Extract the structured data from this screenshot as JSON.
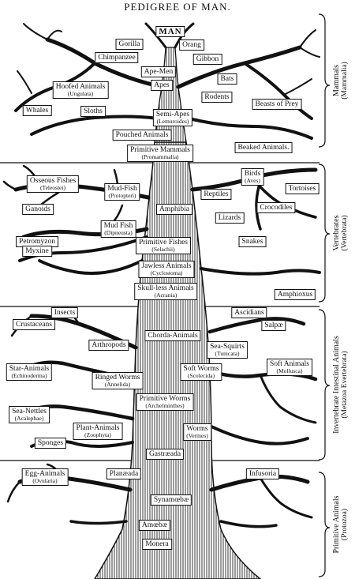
{
  "title": "PEDIGREE OF MAN.",
  "sections": [
    {
      "id": "mammals",
      "label": "Mammals",
      "sub": "(Mammalia)"
    },
    {
      "id": "vertebrates",
      "label": "Vertebrates",
      "sub": "(Vertebrata)"
    },
    {
      "id": "invertebrates",
      "label": "Invertebrate Intestinal Animals",
      "sub": "(Metazoa Evertebrata)"
    },
    {
      "id": "primitive",
      "label": "Primitive Animals",
      "sub": "(Protozoa)"
    }
  ],
  "nodes": [
    {
      "id": "man",
      "name": "MAN",
      "sub": ""
    },
    {
      "id": "gorilla",
      "name": "Gorilla",
      "sub": ""
    },
    {
      "id": "orang",
      "name": "Orang",
      "sub": ""
    },
    {
      "id": "chimpanzee",
      "name": "Chimpanzee",
      "sub": ""
    },
    {
      "id": "gibbon",
      "name": "Gibbon",
      "sub": ""
    },
    {
      "id": "ape-men",
      "name": "Ape-Men",
      "sub": ""
    },
    {
      "id": "apes",
      "name": "Apes",
      "sub": ""
    },
    {
      "id": "bats",
      "name": "Bats",
      "sub": ""
    },
    {
      "id": "hoofed",
      "name": "Hoofed Animals",
      "sub": "(Ungulata)"
    },
    {
      "id": "rodents",
      "name": "Rodents",
      "sub": ""
    },
    {
      "id": "beasts",
      "name": "Beasts of Prey",
      "sub": ""
    },
    {
      "id": "whales",
      "name": "Whales",
      "sub": ""
    },
    {
      "id": "sloths",
      "name": "Sloths",
      "sub": ""
    },
    {
      "id": "semi-apes",
      "name": "Semi-Apes",
      "sub": "(Lemuroides)"
    },
    {
      "id": "pouched",
      "name": "Pouched Animals",
      "sub": ""
    },
    {
      "id": "primitive-mammals",
      "name": "Primitive Mammals",
      "sub": "(Promammalia)"
    },
    {
      "id": "beaked",
      "name": "Beaked Animals.",
      "sub": ""
    },
    {
      "id": "osseous",
      "name": "Osseous Fishes",
      "sub": "(Teleostei)"
    },
    {
      "id": "mudfish-p",
      "name": "Mud-Fish",
      "sub": "(Protopteri)"
    },
    {
      "id": "birds",
      "name": "Birds",
      "sub": "(Aves)"
    },
    {
      "id": "tortoises",
      "name": "Tortoises",
      "sub": ""
    },
    {
      "id": "reptiles",
      "name": "Reptiles",
      "sub": ""
    },
    {
      "id": "ganoids",
      "name": "Ganoids",
      "sub": ""
    },
    {
      "id": "amphibia",
      "name": "Amphibia",
      "sub": ""
    },
    {
      "id": "crocodiles",
      "name": "Crocodiles",
      "sub": ""
    },
    {
      "id": "lizards",
      "name": "Lizards",
      "sub": ""
    },
    {
      "id": "mudfish-d",
      "name": "Mud Fish",
      "sub": "(Dipneusta)"
    },
    {
      "id": "petromyzon",
      "name": "Petromyzon",
      "sub": ""
    },
    {
      "id": "primitive-fishes",
      "name": "Primitive Fishes",
      "sub": "(Selachii)"
    },
    {
      "id": "snakes",
      "name": "Snakes",
      "sub": ""
    },
    {
      "id": "myxine",
      "name": "Myxine",
      "sub": ""
    },
    {
      "id": "jawless",
      "name": "Jawless Animals",
      "sub": "(Cyclostoma)"
    },
    {
      "id": "skull-less",
      "name": "Skull-less Animals",
      "sub": "(Acrania)"
    },
    {
      "id": "amphioxus",
      "name": "Amphioxus",
      "sub": ""
    },
    {
      "id": "insects",
      "name": "Insects",
      "sub": ""
    },
    {
      "id": "ascidians",
      "name": "Ascidians",
      "sub": ""
    },
    {
      "id": "crustaceans",
      "name": "Crustaceans",
      "sub": ""
    },
    {
      "id": "salpae",
      "name": "Salpæ",
      "sub": ""
    },
    {
      "id": "chorda",
      "name": "Chorda-Animals",
      "sub": ""
    },
    {
      "id": "arthropods",
      "name": "Arthropods",
      "sub": ""
    },
    {
      "id": "sea-squirts",
      "name": "Sea-Squirts",
      "sub": "(Tunicata)"
    },
    {
      "id": "star-animals",
      "name": "Star-Animals",
      "sub": "(Echinoderma)"
    },
    {
      "id": "soft-worms",
      "name": "Soft Worms",
      "sub": "(Scolecida)"
    },
    {
      "id": "soft-animals",
      "name": "Soft Animals",
      "sub": "(Mollusca)"
    },
    {
      "id": "ringed-worms",
      "name": "Ringed Worms",
      "sub": "(Annelida)"
    },
    {
      "id": "primitive-worms",
      "name": "Primitive Worms",
      "sub": "(Archelminthes)"
    },
    {
      "id": "sea-nettles",
      "name": "Sea-Nettles",
      "sub": "(Acalephae)"
    },
    {
      "id": "plant-animals",
      "name": "Plant-Animals",
      "sub": "(Zoophyta)"
    },
    {
      "id": "worms",
      "name": "Worms",
      "sub": "(Vermes)"
    },
    {
      "id": "sponges",
      "name": "Sponges",
      "sub": ""
    },
    {
      "id": "gastraeada",
      "name": "Gastræada",
      "sub": ""
    },
    {
      "id": "egg-animals",
      "name": "Egg-Animals",
      "sub": "(Ovularia)"
    },
    {
      "id": "planaeada",
      "name": "Planæada",
      "sub": ""
    },
    {
      "id": "infusoria",
      "name": "Infusoria",
      "sub": ""
    },
    {
      "id": "synamoebae",
      "name": "Synamœbæ",
      "sub": ""
    },
    {
      "id": "amoebae",
      "name": "Amœbæ",
      "sub": ""
    },
    {
      "id": "monera",
      "name": "Monera",
      "sub": ""
    }
  ]
}
